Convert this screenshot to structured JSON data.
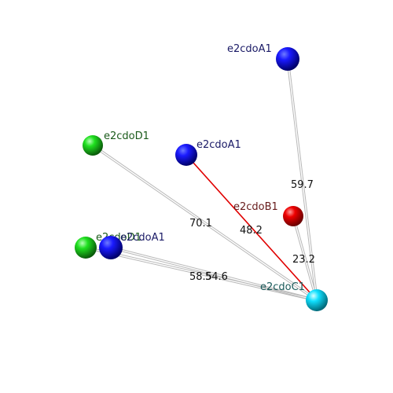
{
  "colors": {
    "background": "#ffffff",
    "edge": "#b8b8b8",
    "highlight_edge": "#e00000",
    "distance_text": "#111111"
  },
  "nodes": [
    {
      "id": "a1_top",
      "label": "e2cdoA1",
      "color": "blue",
      "label_color": "#1a1a66"
    },
    {
      "id": "d1_top",
      "label": "e2cdoD1",
      "color": "green",
      "label_color": "#1a5a1a"
    },
    {
      "id": "a1_mid",
      "label": "e2cdoA1",
      "color": "blue",
      "label_color": "#1a1a66"
    },
    {
      "id": "b1",
      "label": "e2cdoB1",
      "color": "red",
      "label_color": "#661a1a"
    },
    {
      "id": "d1_low",
      "label": "e2cdoD1",
      "color": "green",
      "label_color": "#1a5a1a"
    },
    {
      "id": "a1_low",
      "label": "e2cdoA1",
      "color": "blue",
      "label_color": "#1a1a66"
    },
    {
      "id": "c1",
      "label": "e2cdoC1",
      "color": "cyan",
      "label_color": "#1a5a5a"
    }
  ],
  "edges": [
    {
      "from": "a1_top",
      "to": "c1",
      "distance": "59.7",
      "highlight": false
    },
    {
      "from": "d1_top",
      "to": "c1",
      "distance": "70.1",
      "highlight": false
    },
    {
      "from": "a1_mid",
      "to": "c1",
      "distance": "48.2",
      "highlight": true
    },
    {
      "from": "b1",
      "to": "c1",
      "distance": "23.2",
      "highlight": false
    },
    {
      "from": "d1_low",
      "to": "c1",
      "distance": "58.5",
      "highlight": false
    },
    {
      "from": "a1_low",
      "to": "c1",
      "distance": "54.6",
      "highlight": false
    }
  ]
}
